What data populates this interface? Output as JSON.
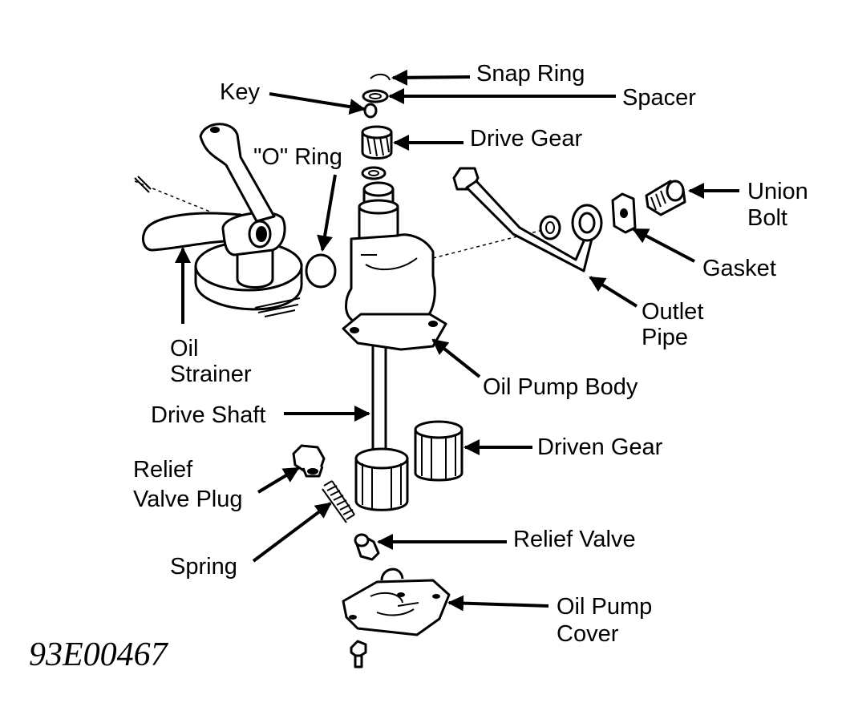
{
  "figure_id": "93E00467",
  "labels": {
    "snap_ring": "Snap Ring",
    "spacer": "Spacer",
    "key": "Key",
    "drive_gear": "Drive Gear",
    "o_ring": "\"O\" Ring",
    "union_bolt_line1": "Union",
    "union_bolt_line2": "Bolt",
    "gasket": "Gasket",
    "outlet_pipe_line1": "Outlet",
    "outlet_pipe_line2": "Pipe",
    "oil_strainer_line1": "Oil",
    "oil_strainer_line2": "Strainer",
    "oil_pump_body": "Oil Pump Body",
    "drive_shaft": "Drive Shaft",
    "driven_gear": "Driven Gear",
    "relief_valve_plug_line1": "Relief",
    "relief_valve_plug_line2": "Valve Plug",
    "relief_valve": "Relief Valve",
    "spring": "Spring",
    "oil_pump_cover_line1": "Oil Pump",
    "oil_pump_cover_line2": "Cover"
  },
  "colors": {
    "ink": "#000000",
    "paper": "#ffffff"
  }
}
